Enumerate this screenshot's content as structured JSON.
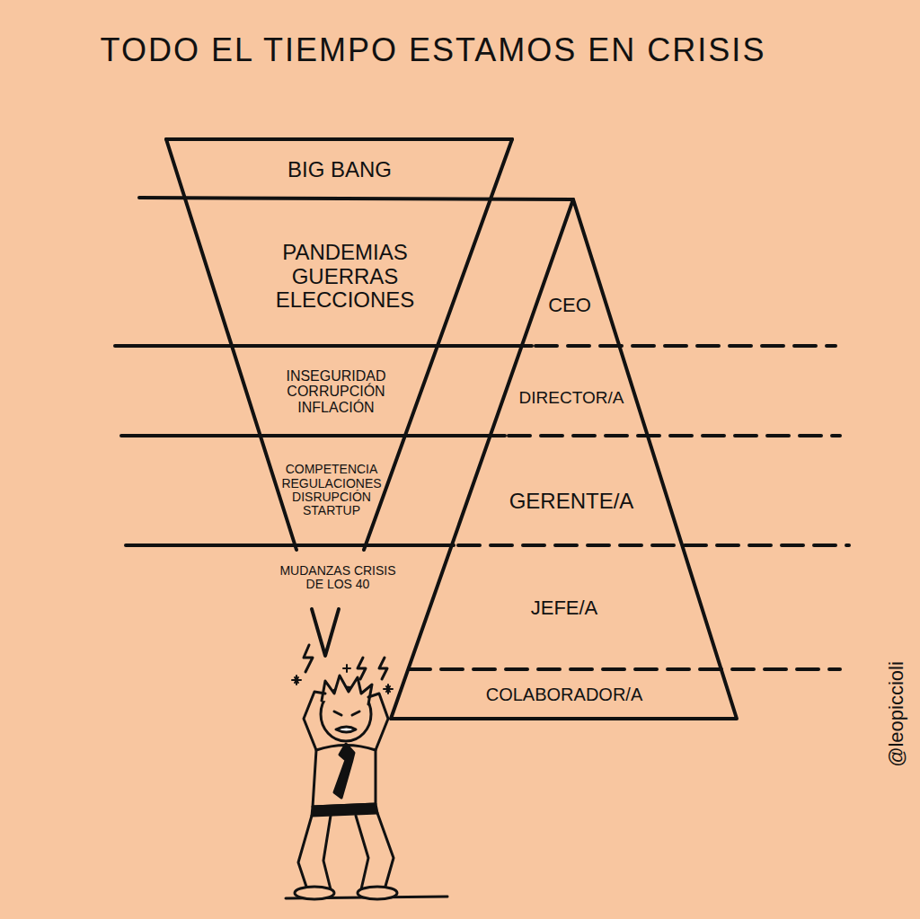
{
  "diagram": {
    "title": "TODO EL TIEMPO ESTAMOS EN CRISIS",
    "nodes": [
      {
        "text": [
          "BIG BANG"
        ]
      },
      {
        "text": [
          "PANDEMIAS GUERRAS ELECCIONES"
        ]
      },
      {
        "text": [
          "INSEGURIDAD CORRUPCIÓN INFLACIÓN"
        ]
      },
      {
        "text": [
          "COMPETENCIA REGULACIONES DISRUPCIÓN STARTUP"
        ]
      },
      {
        "text": [
          "MUDANZAS CRISIS DE LOS 40"
        ]
      },
      {
        "text": [
          "CEO"
        ]
      },
      {
        "text": [
          "DIRECTOR/A"
        ]
      },
      {
        "text": [
          "GERENTE/A"
        ]
      },
      {
        "text": [
          "JEFE/A"
        ]
      },
      {
        "text": [
          "COLABORADOR/A"
        ]
      }
    ],
    "labels": [
      "@leopiccioli"
    ]
  }
}
